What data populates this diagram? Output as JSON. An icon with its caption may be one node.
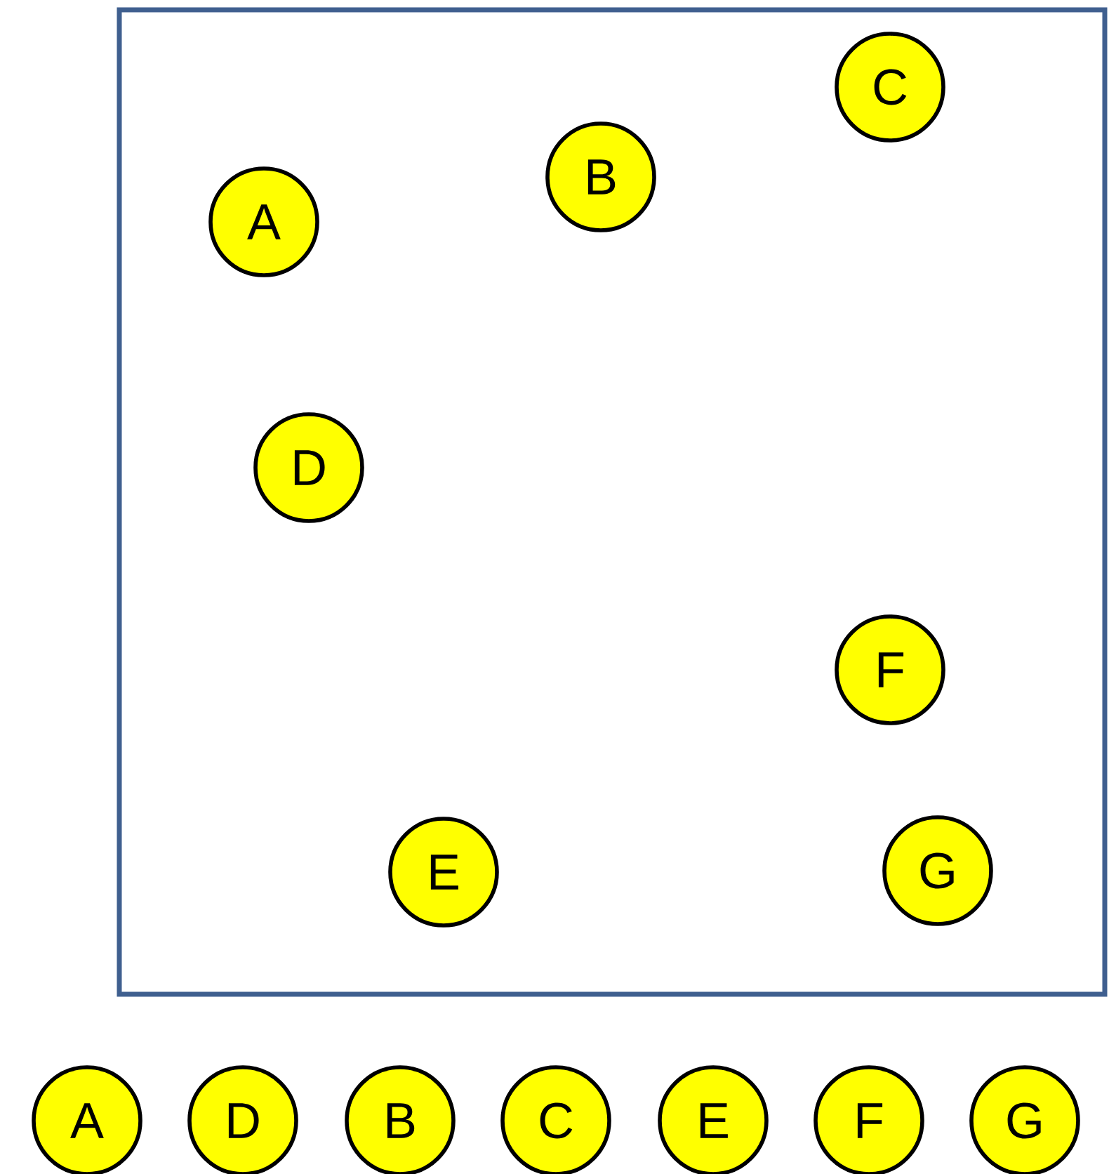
{
  "diagram": {
    "nodes": [
      {
        "text": [],
        "shape": "box"
      },
      {
        "text": [
          "A"
        ],
        "in": 0
      },
      {
        "text": [
          "B"
        ],
        "in": 0
      },
      {
        "text": [
          "C"
        ],
        "in": 0
      },
      {
        "text": [
          "D"
        ],
        "in": 0
      },
      {
        "text": [
          "F"
        ],
        "in": 0
      },
      {
        "text": [
          "E"
        ],
        "in": 0
      },
      {
        "text": [
          "G"
        ],
        "in": 0
      },
      {
        "text": [
          "A"
        ]
      },
      {
        "text": [
          "D"
        ]
      },
      {
        "text": [
          "B"
        ]
      },
      {
        "text": [
          "C"
        ]
      },
      {
        "text": [
          "E"
        ]
      },
      {
        "text": [
          "F"
        ]
      },
      {
        "text": [
          "G"
        ]
      }
    ],
    "edges": []
  }
}
